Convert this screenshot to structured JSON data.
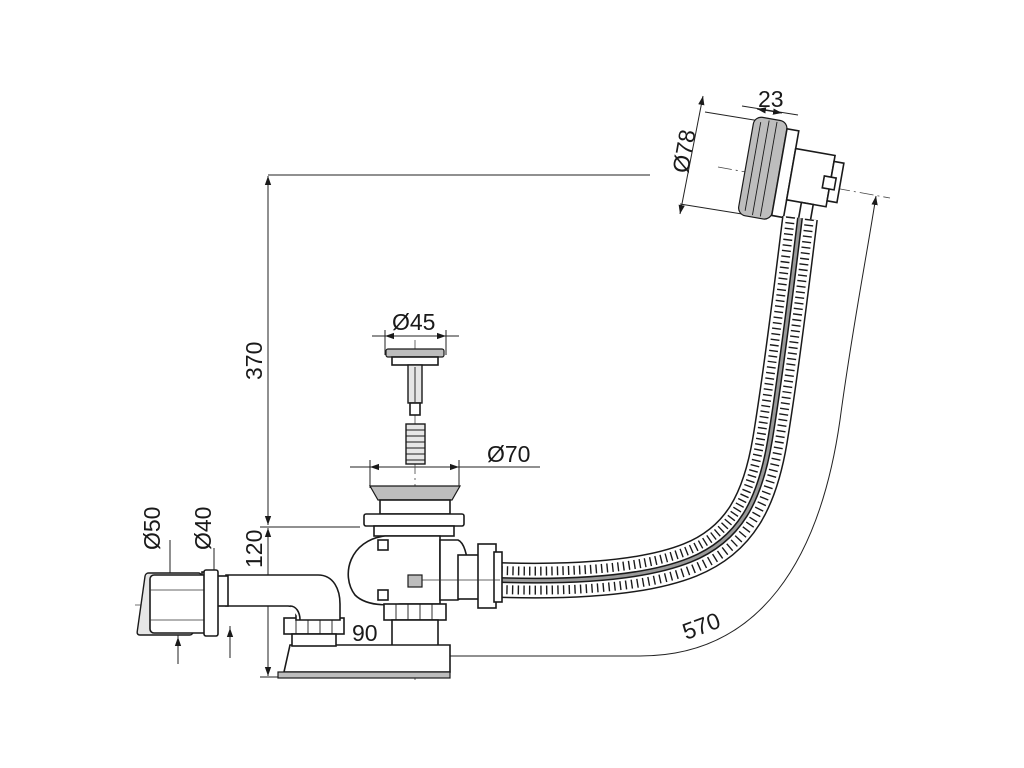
{
  "drawing": {
    "title": "",
    "labels": {
      "overflow_diameter": "Ø78",
      "overflow_depth": "23",
      "plug_diameter": "Ø45",
      "drain_diameter": "Ø70",
      "height_total": "370",
      "height_trap": "120",
      "outlet_outer": "Ø50",
      "outlet_inner": "Ø40",
      "offset": "90",
      "hose_length": "570"
    },
    "colors": {
      "line": "#1a1a1a",
      "metal": "#bdbdbd",
      "body": "#e6e6e6",
      "background": "#ffffff"
    }
  }
}
